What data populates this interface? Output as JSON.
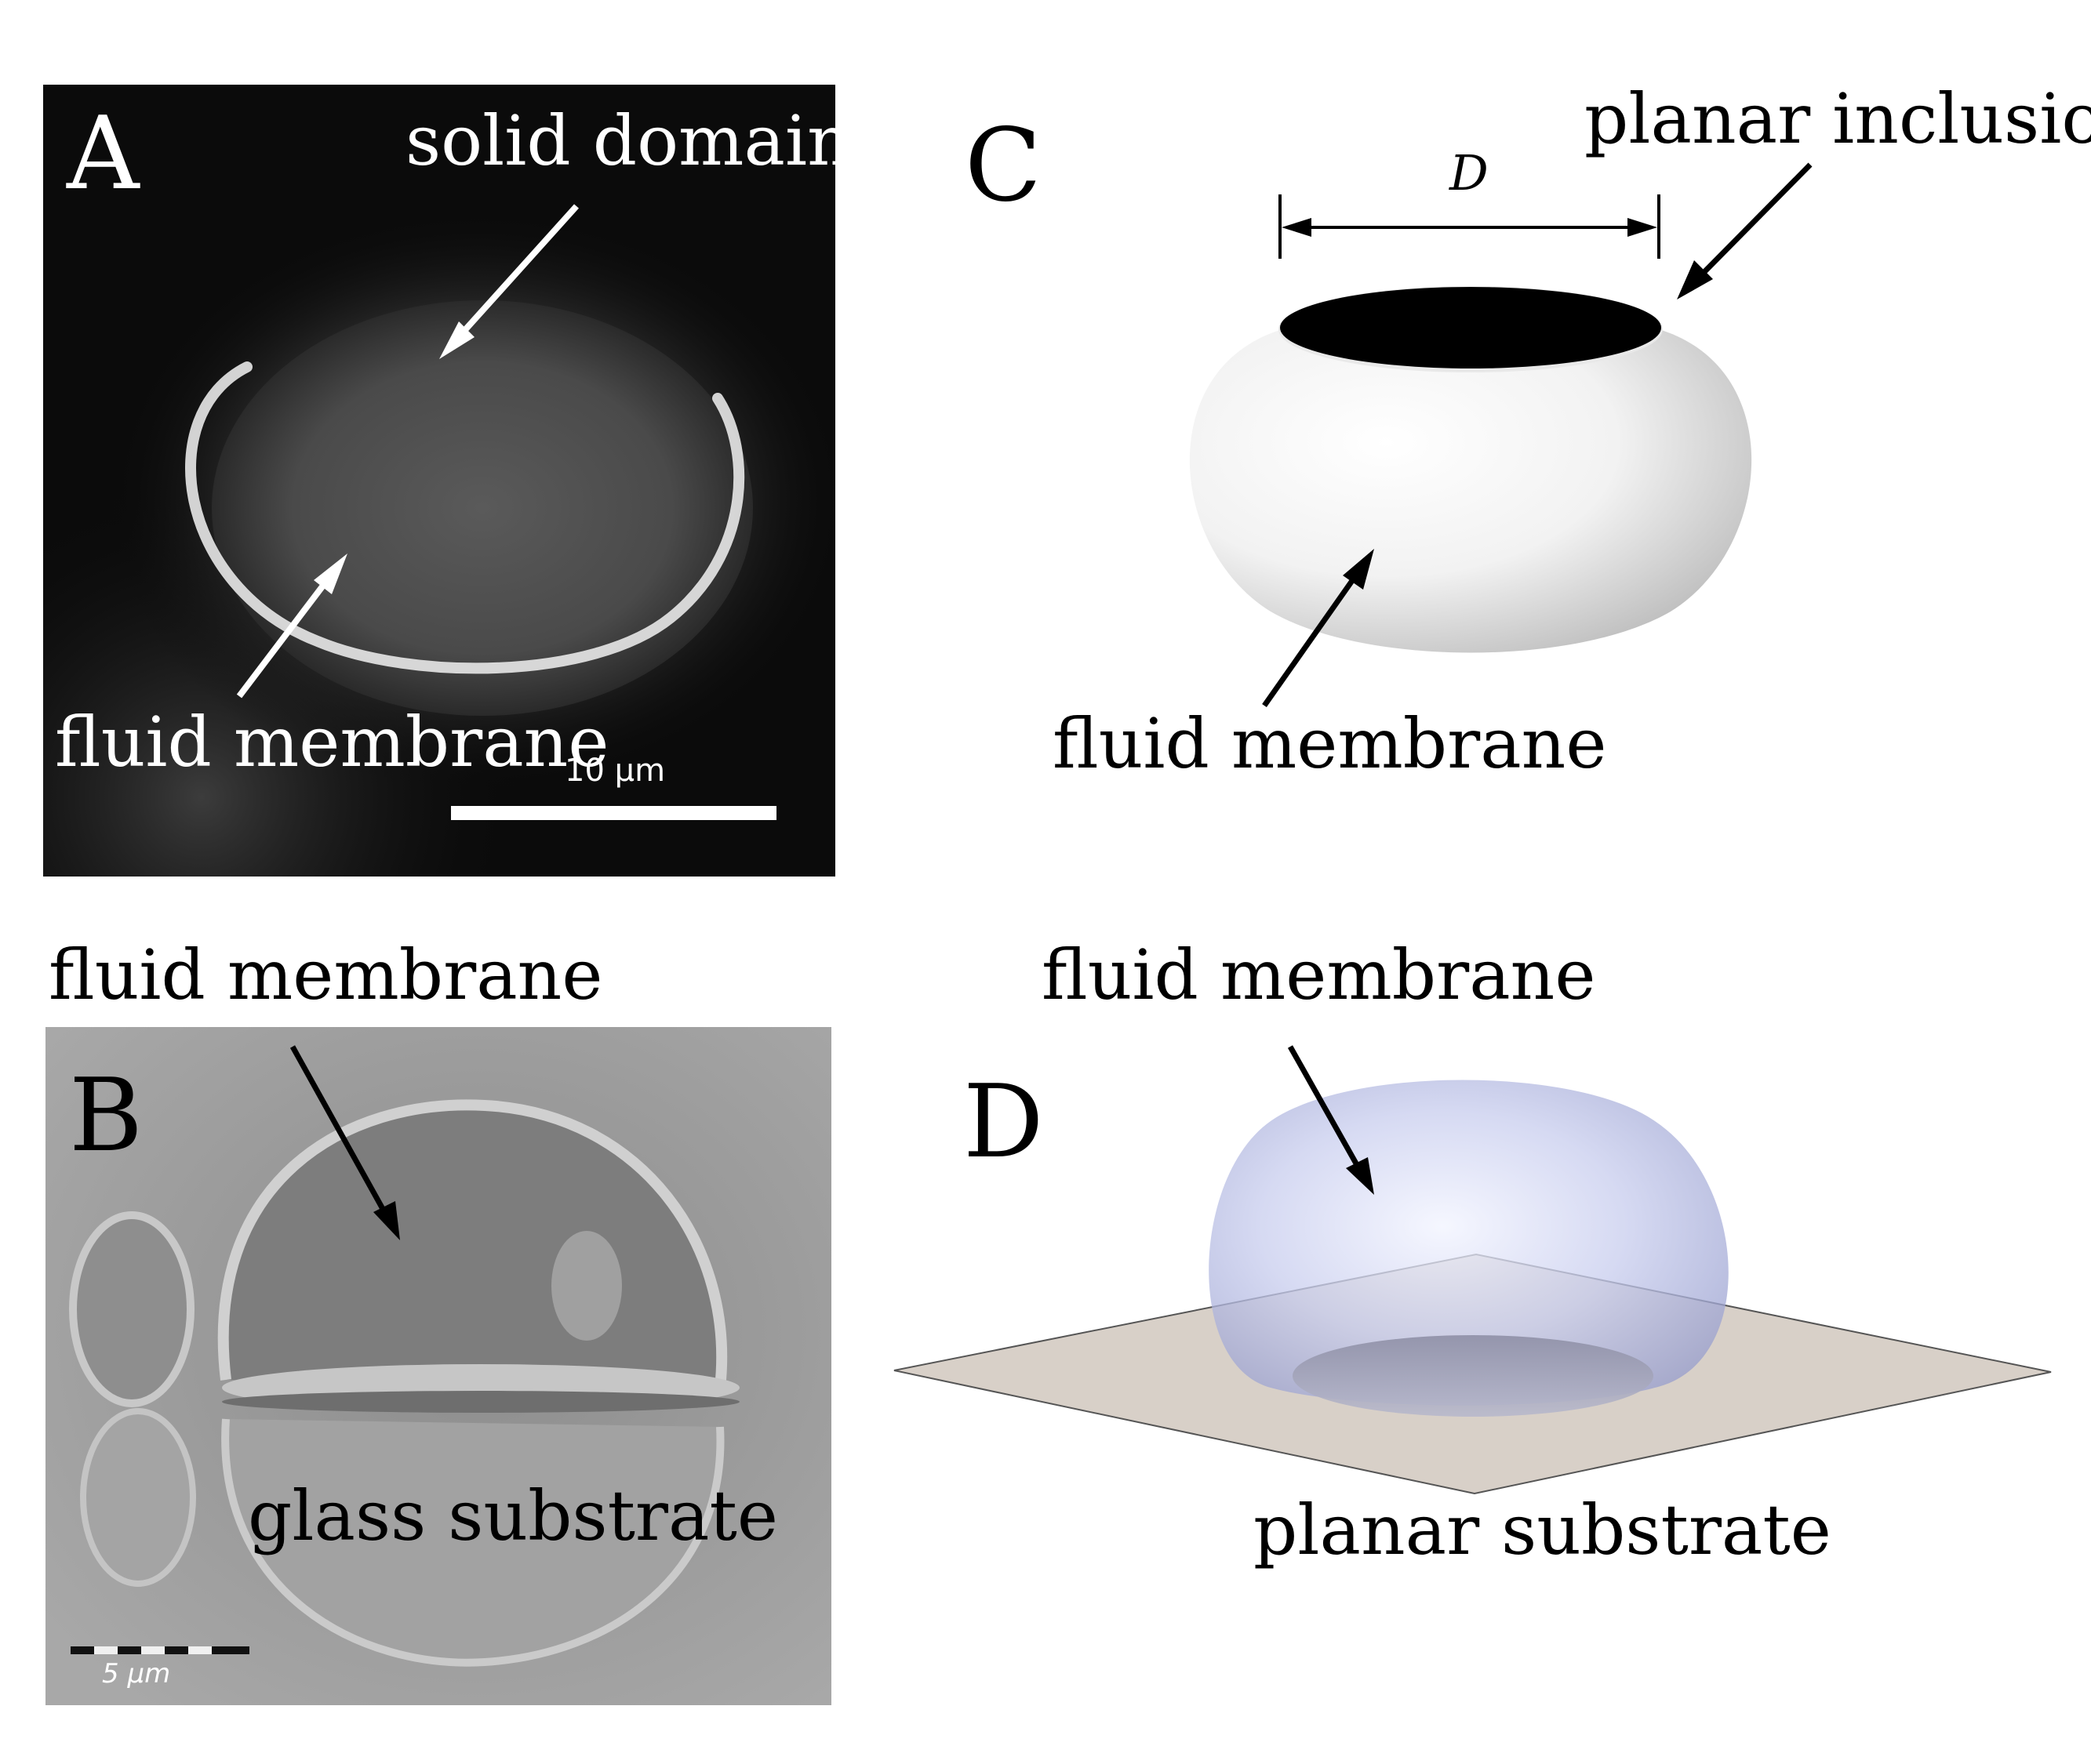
{
  "panels": {
    "a": {
      "letter": "A",
      "label_solid": "solid domain",
      "label_fluid": "fluid membrane",
      "scale_label": "10 μm"
    },
    "b": {
      "letter": "B",
      "label_fluid": "fluid membrane",
      "label_glass": "glass substrate",
      "scale_label": "5 μm"
    },
    "c": {
      "letter": "C",
      "label_inclusion": "planar inclusion",
      "label_fluid": "fluid membrane",
      "dimension_label": "D"
    },
    "d": {
      "letter": "D",
      "label_fluid": "fluid membrane",
      "label_substrate": "planar substrate"
    }
  },
  "colors": {
    "micrograph_a_bg": "#0a0a0a",
    "micrograph_b_bg": "#9a9a9a",
    "inclusion": "#000000",
    "substrate": "#d8d0c8",
    "vesicle_d": "#b8c0e8"
  }
}
